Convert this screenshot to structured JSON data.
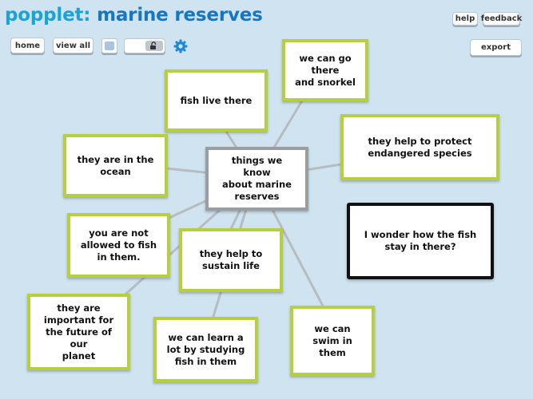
{
  "header": {
    "brand": "popplet:",
    "board_title": "marine reserves"
  },
  "toolbar": {
    "home_label": "home",
    "view_all_label": "view all",
    "help_label": "help",
    "feedback_label": "feedback",
    "export_label": "export"
  },
  "colors": {
    "background": "#cfe3f0",
    "node_border": "#b5cf3d",
    "center_border": "#9a9ea0",
    "note_border": "#111111",
    "link": "#b6bcc0"
  },
  "icons": {
    "color_swatch": "color-swatch-icon",
    "lock": "lock-icon",
    "settings": "gear-icon"
  },
  "center": {
    "lines": [
      "things we know",
      "about marine",
      "reserves"
    ]
  },
  "nodes": {
    "snorkel": [
      "we can go there",
      "and snorkel"
    ],
    "fish_live": [
      "fish live there"
    ],
    "endangered": [
      "they help to protect",
      "endangered species"
    ],
    "ocean": [
      "they are in the",
      "ocean"
    ],
    "wonder": [
      "I wonder how the fish",
      "stay in there?"
    ],
    "not_fish": [
      "you are not",
      "allowed to fish",
      "in them."
    ],
    "sustain": [
      "they help to",
      "sustain life"
    ],
    "future": [
      "they are",
      "important for",
      "the future of our",
      "planet"
    ],
    "learn": [
      "we can learn a",
      "lot by studying",
      "fish in them"
    ],
    "swim": [
      "we can swim in",
      "them"
    ]
  }
}
